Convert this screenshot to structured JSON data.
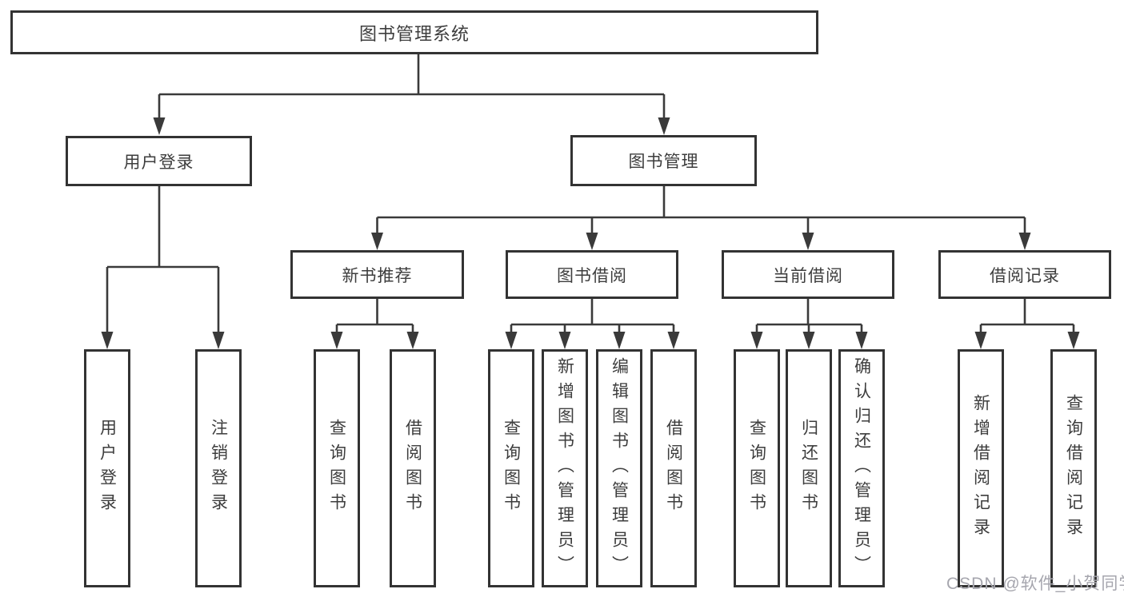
{
  "tree": {
    "label": "图书管理系统",
    "children": [
      {
        "label": "用户登录",
        "children": [
          {
            "label": "用户登录"
          },
          {
            "label": "注销登录"
          }
        ]
      },
      {
        "label": "图书管理",
        "children": [
          {
            "label": "新书推荐",
            "children": [
              {
                "label": "查询图书"
              },
              {
                "label": "借阅图书"
              }
            ]
          },
          {
            "label": "图书借阅",
            "children": [
              {
                "label": "查询图书"
              },
              {
                "label": "新增图书（管理员）"
              },
              {
                "label": "编辑图书（管理员）"
              },
              {
                "label": "借阅图书"
              }
            ]
          },
          {
            "label": "当前借阅",
            "children": [
              {
                "label": "查询图书"
              },
              {
                "label": "归还图书"
              },
              {
                "label": "确认归还（管理员）"
              }
            ]
          },
          {
            "label": "借阅记录",
            "children": [
              {
                "label": "新增借阅记录"
              },
              {
                "label": "查询借阅记录"
              }
            ]
          }
        ]
      }
    ]
  },
  "watermark": "CSDN @软件_小贺同学",
  "colors": {
    "line": "#3a3a3a",
    "box_border": "#333333",
    "text": "#3d3d3d",
    "watermark": "#a6a6ae",
    "background": "#ffffff"
  }
}
